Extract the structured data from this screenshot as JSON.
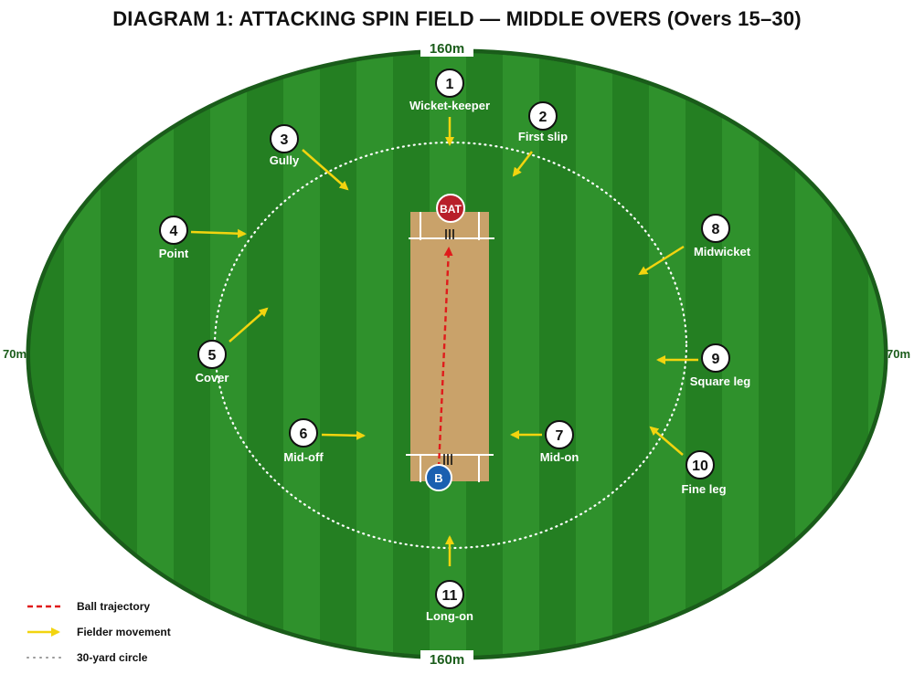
{
  "title": "DIAGRAM 1: ATTACKING SPIN FIELD — MIDDLE OVERS (Overs 15–30)",
  "dimensions": {
    "top": "160m",
    "bottom": "160m",
    "left": "70m",
    "right": "70m"
  },
  "pitch": {
    "batter_badge": "BAT",
    "bowler_badge": "B"
  },
  "colors": {
    "grass_dark": "#1f7a1f",
    "grass_light": "#2f912c",
    "border": "#1a5c1a",
    "pitch": "#c9a26a",
    "arrow": "#f2d40f",
    "trajectory": "#e01b1b",
    "bat_badge": "#b8202a",
    "bowl_badge": "#1a5fb0"
  },
  "fielders": [
    {
      "num": "1",
      "name": "Wicket-keeper"
    },
    {
      "num": "2",
      "name": "First slip"
    },
    {
      "num": "3",
      "name": "Gully"
    },
    {
      "num": "4",
      "name": "Point"
    },
    {
      "num": "5",
      "name": "Cover"
    },
    {
      "num": "6",
      "name": "Mid-off"
    },
    {
      "num": "7",
      "name": "Mid-on"
    },
    {
      "num": "8",
      "name": "Midwicket"
    },
    {
      "num": "9",
      "name": "Square leg"
    },
    {
      "num": "10",
      "name": "Fine leg"
    },
    {
      "num": "11",
      "name": "Long-on"
    }
  ],
  "legend": {
    "trajectory": "Ball trajectory",
    "movement": "Fielder movement",
    "circle": "30-yard circle"
  }
}
